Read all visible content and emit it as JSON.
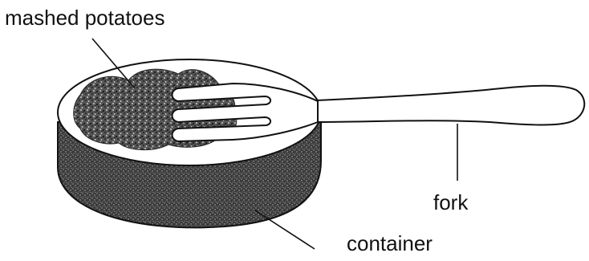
{
  "labels": {
    "mashed_potatoes": "mashed potatoes",
    "fork": "fork",
    "container": "container"
  },
  "colors": {
    "ink": "#111111",
    "background": "#ffffff",
    "potato_dark": "#2a2a2a",
    "potato_mid": "#777777"
  }
}
